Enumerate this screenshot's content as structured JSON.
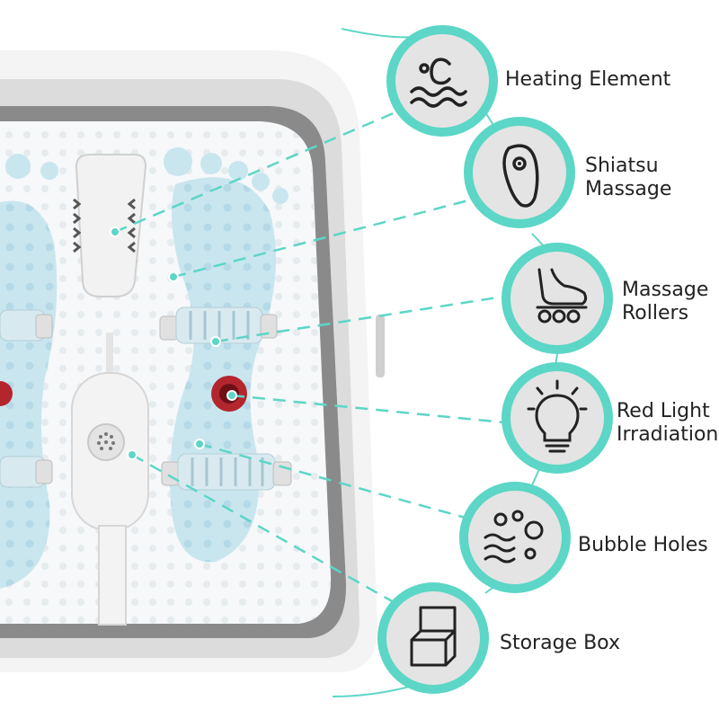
{
  "colors": {
    "accent": "#5cd6c6",
    "basin_outer": "#f4f4f4",
    "basin_rim": "#dcdcdc",
    "basin_inner": "#8a8a8a",
    "basin_floor": "#f6f8f9",
    "foot_pad": "#c9e6ef",
    "roller": "#d8eaf0",
    "red_light": "#b3262e",
    "icon_fill": "#e4e4e4",
    "icon_stroke": "#222222",
    "label": "#222222"
  },
  "features": [
    {
      "label": "Heating Element",
      "icon": "heating-icon"
    },
    {
      "label": "Shiatsu\nMassage",
      "icon": "shiatsu-icon"
    },
    {
      "label": "Massage\nRollers",
      "icon": "foot-rollers-icon"
    },
    {
      "label": "Red Light\nIrradiation",
      "icon": "lightbulb-icon"
    },
    {
      "label": "Bubble Holes",
      "icon": "bubbles-icon"
    },
    {
      "label": "Storage Box",
      "icon": "storage-box-icon"
    }
  ]
}
